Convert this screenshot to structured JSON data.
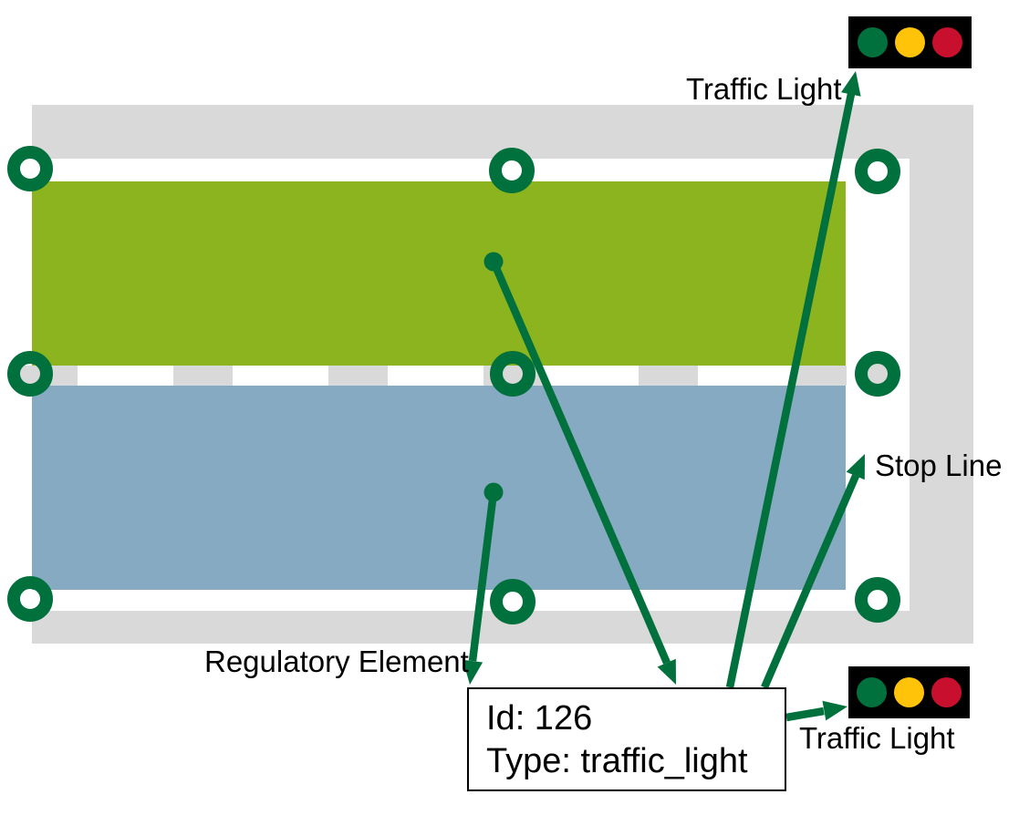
{
  "labels": {
    "traffic_light_top": "Traffic Light",
    "stop_line": "Stop Line",
    "regulatory_element": "Regulatory Element",
    "traffic_light_bottom": "Traffic Light"
  },
  "info_box": {
    "id_line": "Id: 126",
    "type_line": "Type: traffic_light"
  },
  "colors": {
    "lane_top": "#8cb41e",
    "lane_bottom": "#87aac3",
    "road_surface": "#d9d9d9",
    "annotation": "#00713c",
    "signal_green": "#00713c",
    "signal_yellow": "#ffc30a",
    "signal_red": "#c80f2d",
    "signal_housing": "#000000"
  },
  "icons": {
    "traffic_light_top": "traffic-light-icon",
    "traffic_light_bottom": "traffic-light-icon",
    "boundary_nodes": "ring-node-icon",
    "regulatory_reference_points": "dot-icon",
    "connectors": "arrow-icon"
  }
}
